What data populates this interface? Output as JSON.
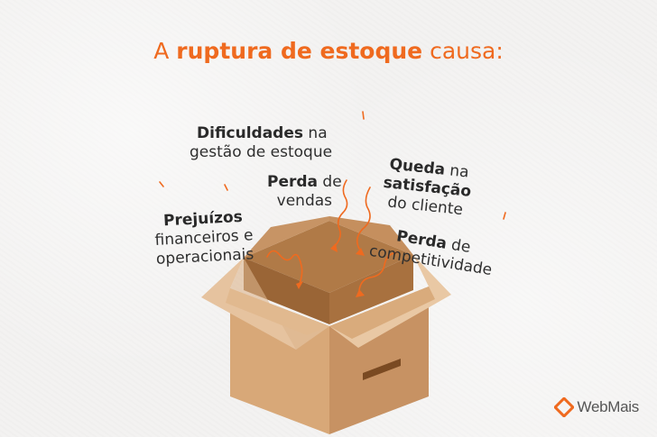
{
  "title": {
    "prefix": "A ",
    "highlight": "ruptura de estoque",
    "suffix": " causa:"
  },
  "effects": [
    {
      "bold": "Dificuldades",
      "rest1": " na",
      "line2": "gestão de estoque"
    },
    {
      "bold": "Perda",
      "rest1": " de",
      "line2": "vendas"
    },
    {
      "bold": "Queda",
      "rest1": " na",
      "line2": "satisfação",
      "line3": "do cliente"
    },
    {
      "bold": "Prejuízos",
      "rest1": "",
      "line2": "financeiros e",
      "line3": "operacionais"
    },
    {
      "bold": "Perda",
      "rest1": " de",
      "line2": "competitividade"
    }
  ],
  "brand": {
    "name": "WebMais",
    "icon": "diamond-logo-icon"
  },
  "colors": {
    "accent": "#ef6a1f",
    "box_light": "#e2bd95",
    "box_mid": "#d7a77a",
    "box_dark": "#b98251",
    "box_inner": "#a8713f"
  }
}
